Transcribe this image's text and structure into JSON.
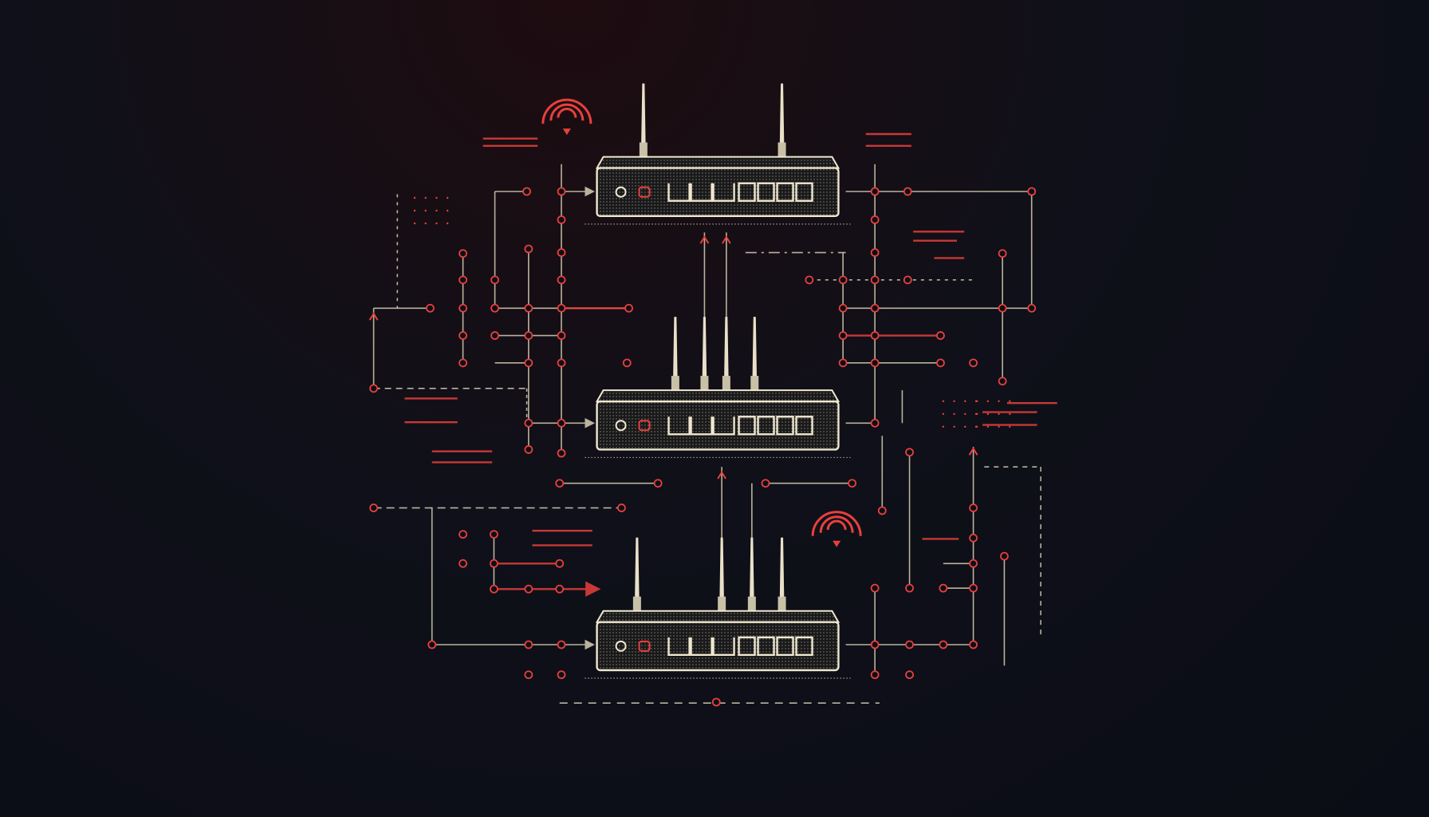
{
  "colors": {
    "background": "#0d0f18",
    "accent_red": "#e8403c",
    "line_cream": "#d8cfb4",
    "router_body": "#1a1a1c",
    "router_outline": "#efe7cf"
  },
  "routers": [
    {
      "name": "router-top",
      "antennas": 2
    },
    {
      "name": "router-middle",
      "antennas": 4
    },
    {
      "name": "router-bottom",
      "antennas": 4
    }
  ],
  "icons": [
    "wifi-icon",
    "wifi-icon"
  ]
}
